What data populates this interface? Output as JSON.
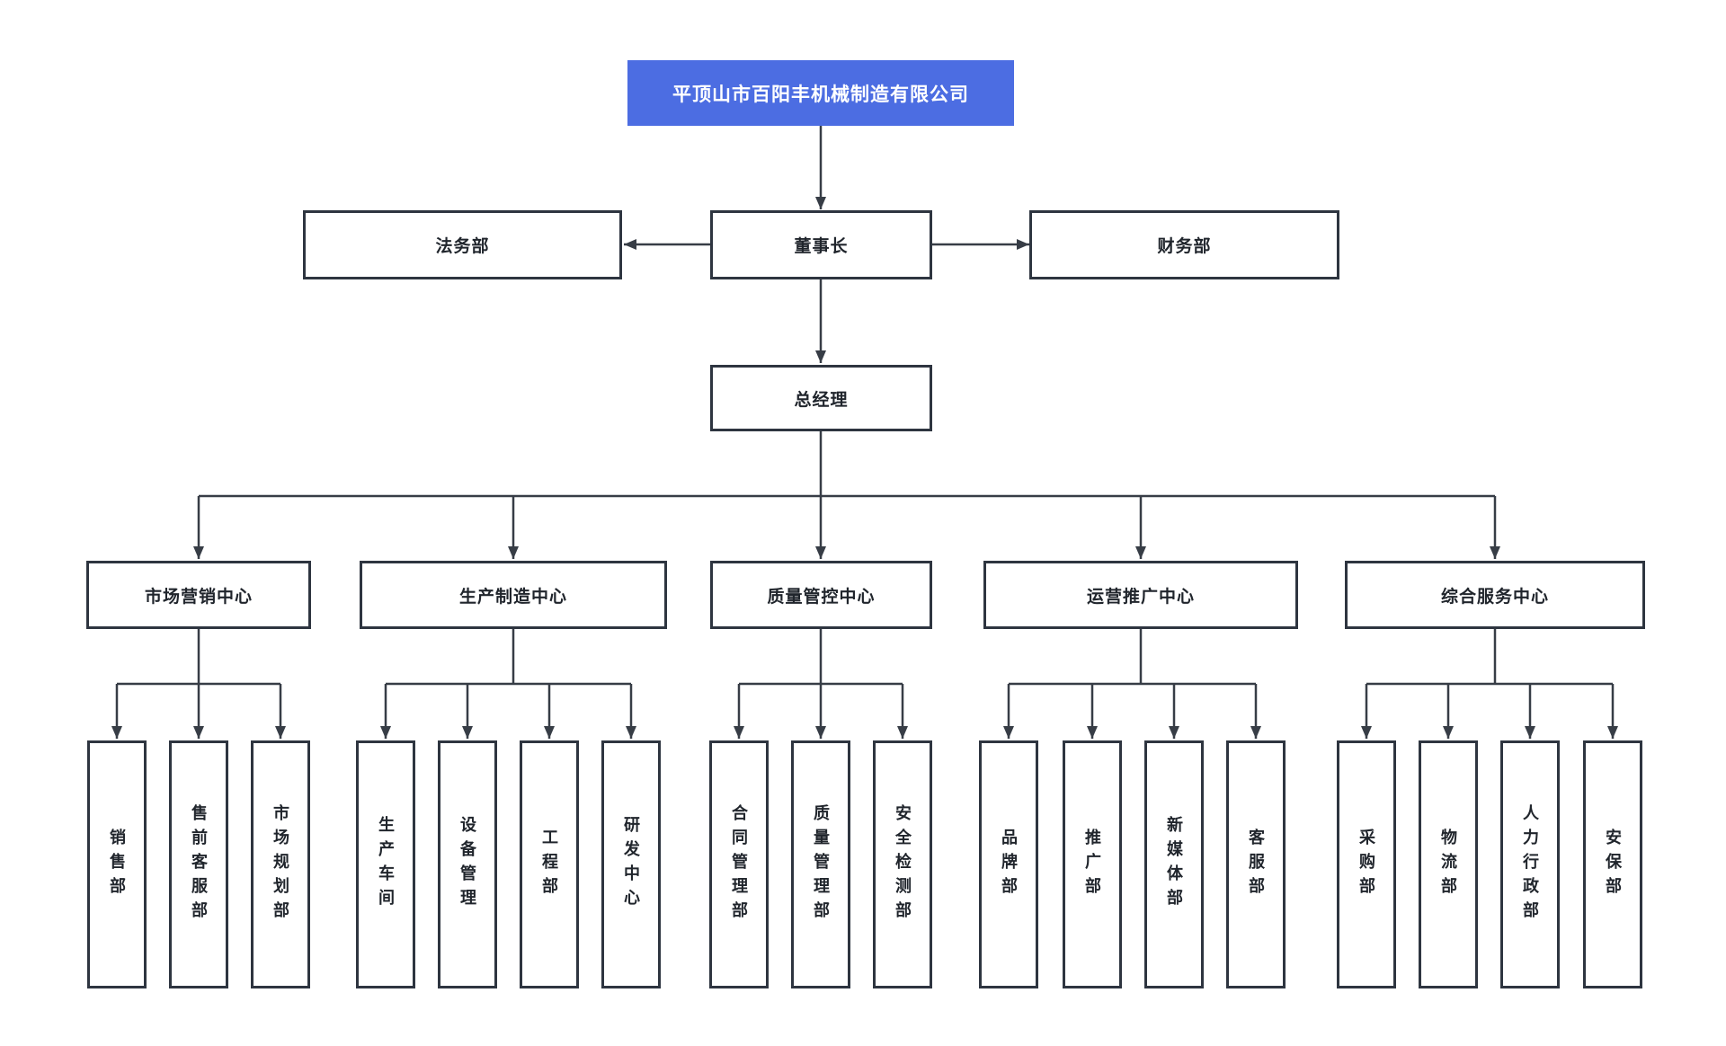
{
  "org": {
    "company": "平顶山市百阳丰机械制造有限公司",
    "level2": {
      "legal": "法务部",
      "chairman": "董事长",
      "finance": "财务部"
    },
    "gm": "总经理",
    "centers": [
      {
        "label": "市场营销中心",
        "departments": [
          "销售部",
          "售前客服部",
          "市场规划部"
        ]
      },
      {
        "label": "生产制造中心",
        "departments": [
          "生产车间",
          "设备管理",
          "工程部",
          "研发中心"
        ]
      },
      {
        "label": "质量管控中心",
        "departments": [
          "合同管理部",
          "质量管理部",
          "安全检测部"
        ]
      },
      {
        "label": "运营推广中心",
        "departments": [
          "品牌部",
          "推广部",
          "新媒体部",
          "客服部"
        ]
      },
      {
        "label": "综合服务中心",
        "departments": [
          "采购部",
          "物流部",
          "人力行政部",
          "安保部"
        ]
      }
    ],
    "colors": {
      "company_bg": "#4c6de2",
      "company_text": "#ffffff",
      "line": "#373d46",
      "box_border": "#2e3540",
      "box_text": "#20252c",
      "background": "#ffffff"
    }
  }
}
